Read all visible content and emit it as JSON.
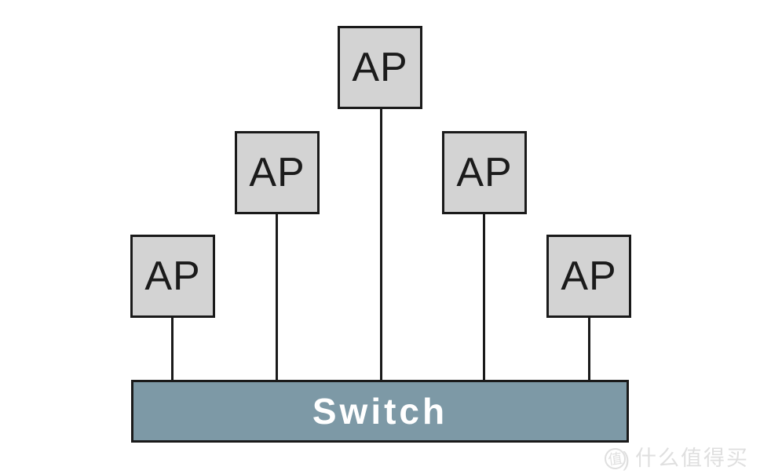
{
  "diagram": {
    "title": "wireless-ap-switch-topology",
    "nodes": [
      {
        "id": "ap-top-center",
        "label": "AP"
      },
      {
        "id": "ap-mid-left",
        "label": "AP"
      },
      {
        "id": "ap-mid-right",
        "label": "AP"
      },
      {
        "id": "ap-far-left",
        "label": "AP"
      },
      {
        "id": "ap-far-right",
        "label": "AP"
      }
    ],
    "switch": {
      "label": "Switch"
    },
    "connections": [
      {
        "from": "ap-top-center",
        "to": "switch"
      },
      {
        "from": "ap-mid-left",
        "to": "switch"
      },
      {
        "from": "ap-mid-right",
        "to": "switch"
      },
      {
        "from": "ap-far-left",
        "to": "switch"
      },
      {
        "from": "ap-far-right",
        "to": "switch"
      }
    ],
    "colors": {
      "node_fill": "#d3d3d3",
      "node_border": "#1a1a1a",
      "line": "#1a1a1a",
      "switch_fill": "#7d99a6",
      "switch_text": "#ffffff",
      "watermark_color": "#dfdfdf"
    }
  },
  "watermark": {
    "logo_char": "值",
    "logo_paren": ")",
    "text": "什么值得买"
  }
}
